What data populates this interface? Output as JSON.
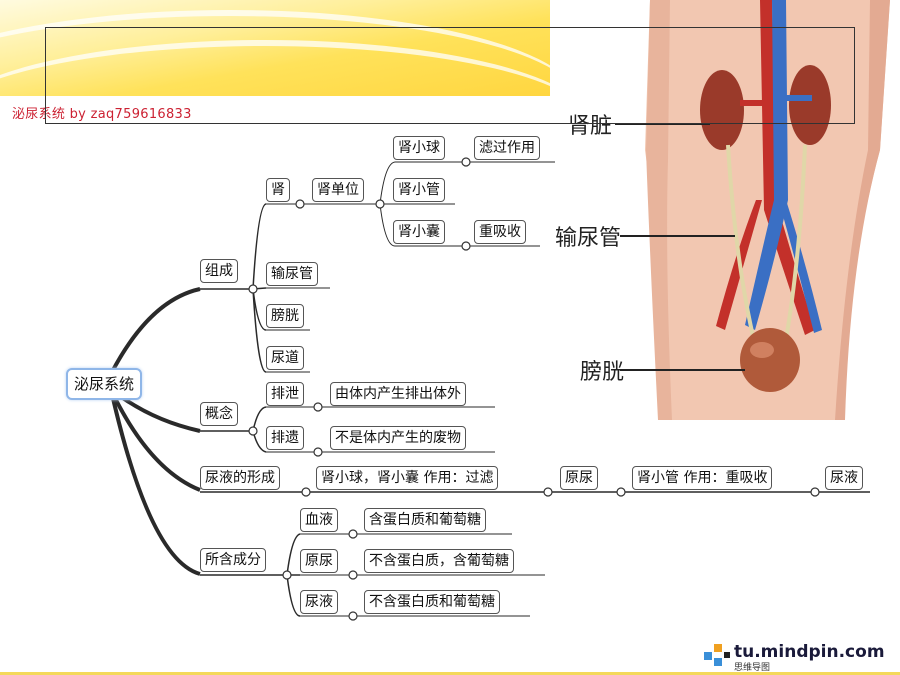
{
  "header": {
    "subtitle": "泌尿系统  by  zaq759616833"
  },
  "anatomy_labels": {
    "kidney": "肾脏",
    "ureter": "输尿管",
    "bladder": "膀胱"
  },
  "mindmap": {
    "root": "泌尿系统",
    "composition": {
      "label": "组成",
      "kidney": "肾",
      "nephron": "肾单位",
      "glomerulus": "肾小球",
      "filtration": "滤过作用",
      "tubule": "肾小管",
      "capsule": "肾小囊",
      "reabsorption": "重吸收",
      "ureter": "输尿管",
      "bladder": "膀胱",
      "urethra": "尿道"
    },
    "concept": {
      "label": "概念",
      "excretion": "排泄",
      "excretion_desc": "由体内产生排出体外",
      "egestion": "排遗",
      "egestion_desc": "不是体内产生的废物"
    },
    "formation": {
      "label": "尿液的形成",
      "step1": "肾小球，肾小囊  作用：过滤",
      "primary_urine": "原尿",
      "step2": "肾小管  作用：重吸收",
      "urine": "尿液"
    },
    "components": {
      "label": "所含成分",
      "blood": "血液",
      "blood_desc": "含蛋白质和葡萄糖",
      "primary_urine": "原尿",
      "primary_desc": "不含蛋白质，含葡萄糖",
      "urine": "尿液",
      "urine_desc": "不含蛋白质和葡萄糖"
    }
  },
  "footer": {
    "brand": "tu.mindpin.com",
    "brand_sub": "思维导图"
  },
  "colors": {
    "banner": "#ffe25a",
    "subtitle": "#cc2233",
    "branch": "#2a2a2a",
    "root_border": "#8fb6e8"
  }
}
